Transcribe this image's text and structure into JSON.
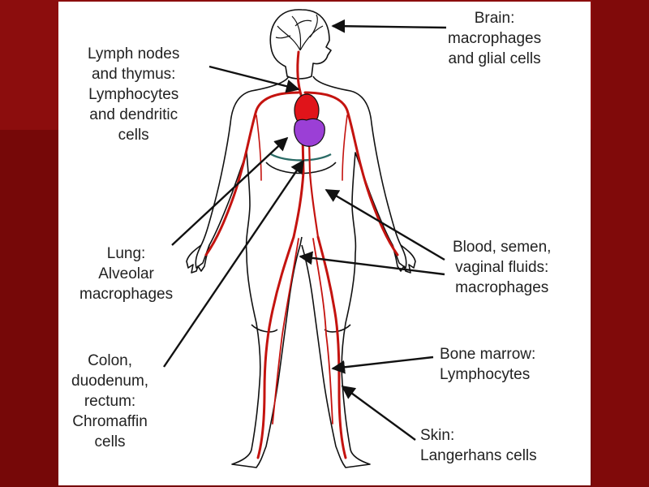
{
  "labels": {
    "brain": "Brain:\nmacrophages\nand glial cells",
    "lymph": "Lymph nodes\nand thymus:\nLymphocytes\nand dendritic\ncells",
    "lung": "Lung:\nAlveolar\nmacrophages",
    "blood": "Blood, semen,\nvaginal fluids:\nmacrophages",
    "colon": "Colon,\nduodenum,\nrectum:\nChromaffin\ncells",
    "bone_marrow": "Bone marrow:\nLymphocytes",
    "skin": "Skin:\nLangerhans cells"
  },
  "colors": {
    "vessel": "#c4130f",
    "heart": "#e0141a",
    "heart_purple": "#9b3fd6",
    "outline": "#111111"
  }
}
